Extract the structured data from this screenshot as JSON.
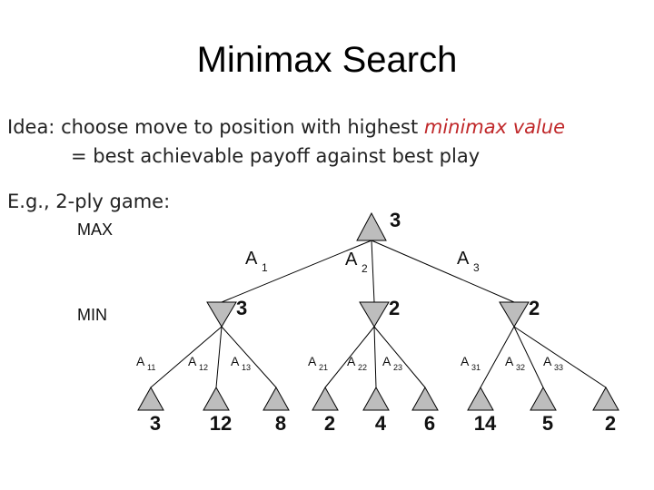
{
  "slide": {
    "title": "Minimax Search",
    "idea_prefix": "Idea: choose move to position with highest ",
    "idea_highlight": "minimax value",
    "idea_line2": "= best achievable payoff against best play",
    "example": "E.g., 2-ply game:"
  },
  "colors": {
    "accent": "#c0282a",
    "node_fill": "#bdbdbd",
    "edge": "#000000"
  },
  "diagram": {
    "levels": {
      "max": "MAX",
      "min": "MIN"
    },
    "root": {
      "value": "3"
    },
    "actions": [
      {
        "label": "A",
        "sub": "1"
      },
      {
        "label": "A",
        "sub": "2"
      },
      {
        "label": "A",
        "sub": "3"
      }
    ],
    "min_nodes": [
      {
        "value": "3"
      },
      {
        "value": "2"
      },
      {
        "value": "2"
      }
    ],
    "leaf_actions": [
      {
        "label": "A",
        "sub": "11"
      },
      {
        "label": "A",
        "sub": "12"
      },
      {
        "label": "A",
        "sub": "13"
      },
      {
        "label": "A",
        "sub": "21"
      },
      {
        "label": "A",
        "sub": "22"
      },
      {
        "label": "A",
        "sub": "23"
      },
      {
        "label": "A",
        "sub": "31"
      },
      {
        "label": "A",
        "sub": "32"
      },
      {
        "label": "A",
        "sub": "33"
      }
    ],
    "leaves": [
      {
        "value": "3"
      },
      {
        "value": "12"
      },
      {
        "value": "8"
      },
      {
        "value": "2"
      },
      {
        "value": "4"
      },
      {
        "value": "6"
      },
      {
        "value": "14"
      },
      {
        "value": "5"
      },
      {
        "value": "2"
      }
    ]
  }
}
